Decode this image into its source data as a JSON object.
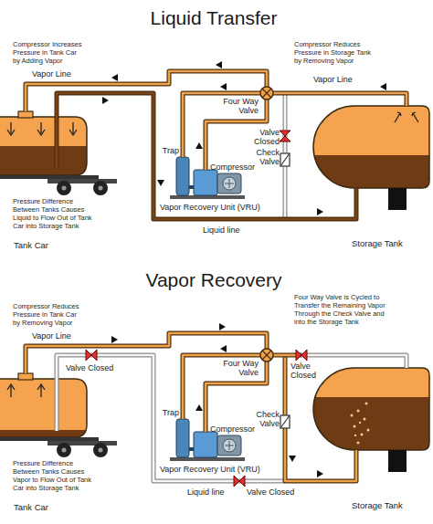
{
  "diagram": {
    "labels": [
      "Liquid Transfer",
      "Compressor Increases Pressure in Tank Car by Adding Vapor",
      "Compressor Reduces Pressure in Storage Tank by Removing Vapor",
      "Vapor Line",
      "Four Way Valve",
      "Vapor Line",
      "Valve Closed",
      "Check Valve",
      "Trap",
      "Compressor",
      "Pressure Difference Between Tanks Causes Liquid to Flow Out of Tank Car into Storage Tank",
      "Vapor Recovery Unit (VRU)",
      "Tank Car",
      "Liquid line",
      "Storage Tank",
      "Vapor Recovery",
      "Compressor Reduces Pressure in Tank Car by Removing Vapor",
      "Four Way Valve is Cycled to Transfer the Remaining Vapor Through the Check Valve and into the Storage Tank",
      "Vapor Line",
      "Valve Closed",
      "Four Way Valve",
      "Valve Closed",
      "Check Valve",
      "Trap",
      "Compressor",
      "Pressure Difference Between Tanks Causes Vapor to Flow Out of Tank Car into Storage Tank",
      "Vapor Recovery Unit (VRU)",
      "Tank Car",
      "Liquid line",
      "Valve Closed",
      "Storage Tank"
    ]
  }
}
